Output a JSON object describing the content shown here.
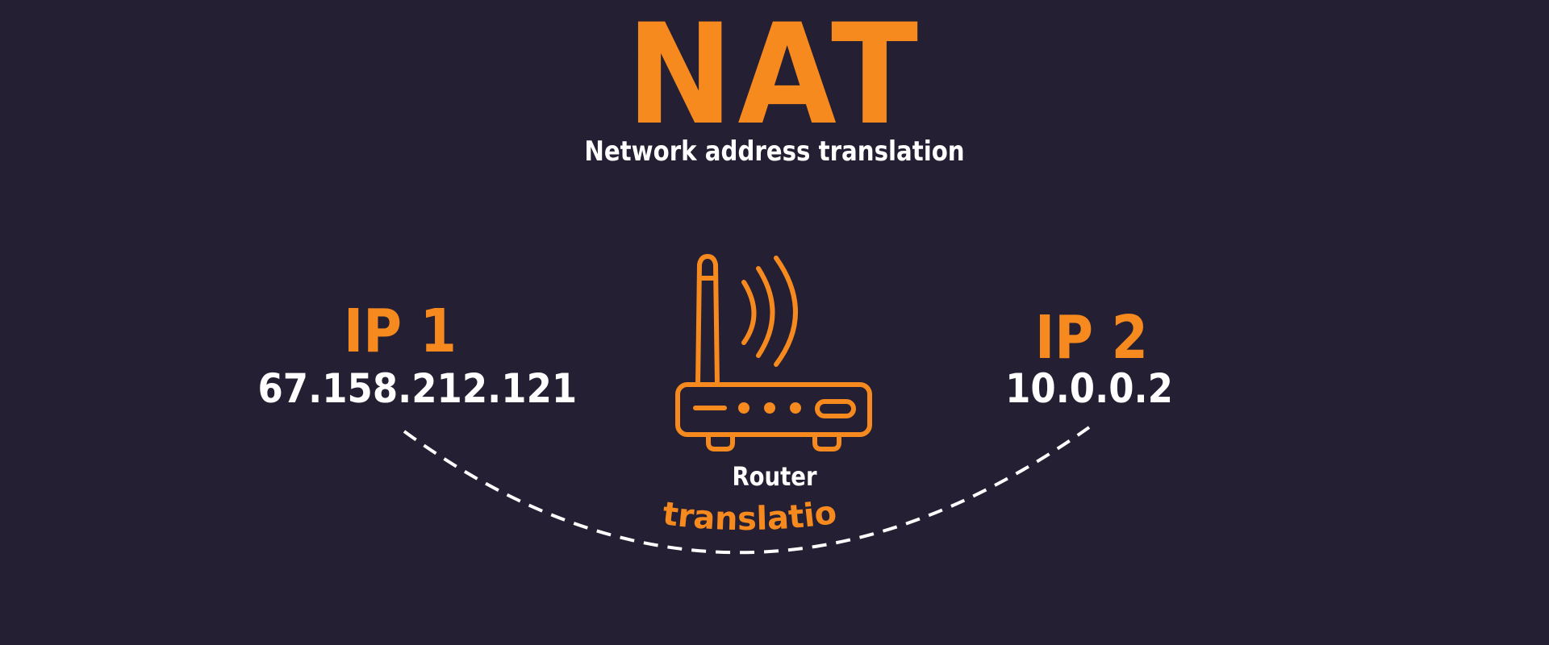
{
  "title": "NAT",
  "subtitle": "Network address translation",
  "ip1": {
    "label": "IP 1",
    "address": "67.158.212.121"
  },
  "ip2": {
    "label": "IP 2",
    "address": "10.0.0.2"
  },
  "router": {
    "label": "Router",
    "icon": "router-icon"
  },
  "arc_label": "translation",
  "colors": {
    "background": "#251f33",
    "accent": "#f68a1e",
    "text": "#ffffff"
  }
}
